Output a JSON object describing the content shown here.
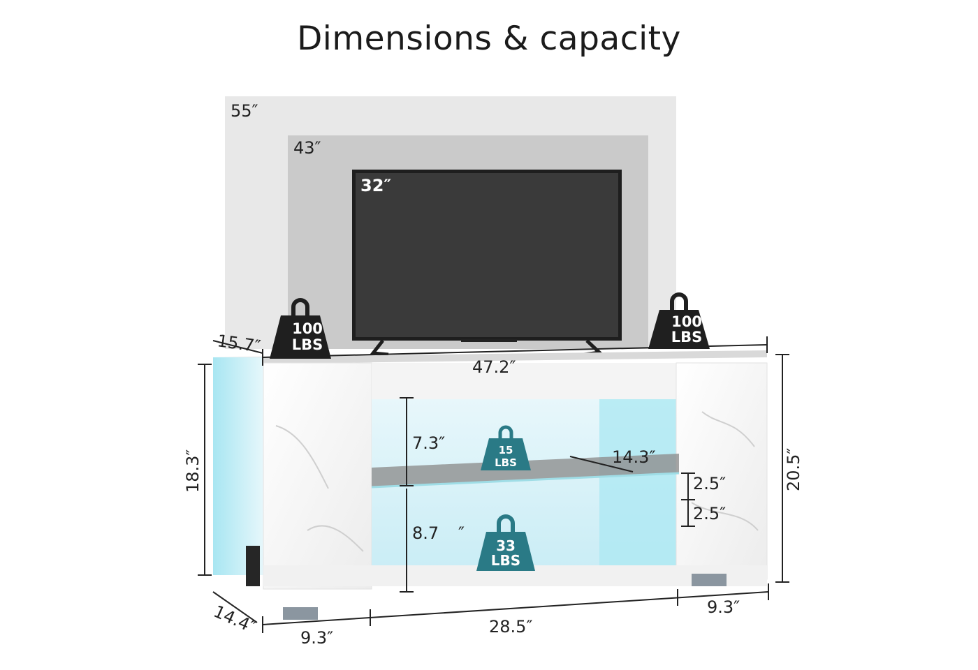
{
  "title": "Dimensions & capacity",
  "tv_sizes": {
    "large": "55″",
    "medium": "43″",
    "small": "32″"
  },
  "dimensions": {
    "top_depth": "15.7″",
    "total_width": "47.2″",
    "inner_height": "18.3″",
    "total_height": "20.5″",
    "upper_gap": "7.3″",
    "lower_gap": "8.7",
    "lower_gap_mark": "″",
    "shelf_depth": "14.3″",
    "shelf_step_1": "2.5″",
    "shelf_step_2": "2.5″",
    "base_depth": "14.4″",
    "left_width": "9.3″",
    "center_width": "28.5″",
    "right_width": "9.3″"
  },
  "weights": {
    "top_left": {
      "value": "100",
      "unit": "LBS"
    },
    "top_right": {
      "value": "100",
      "unit": "LBS"
    },
    "shelf": {
      "value": "15",
      "unit": "LBS"
    },
    "bottom": {
      "value": "33",
      "unit": "LBS"
    }
  },
  "colors": {
    "weight_dark": "#1f1f1f",
    "weight_teal": "#2a7a86",
    "tv_screen": "#3b3b3b",
    "size_55": "#e6e6e6",
    "size_43": "#c9c9c9",
    "led_glow": "#bfe9f2"
  }
}
